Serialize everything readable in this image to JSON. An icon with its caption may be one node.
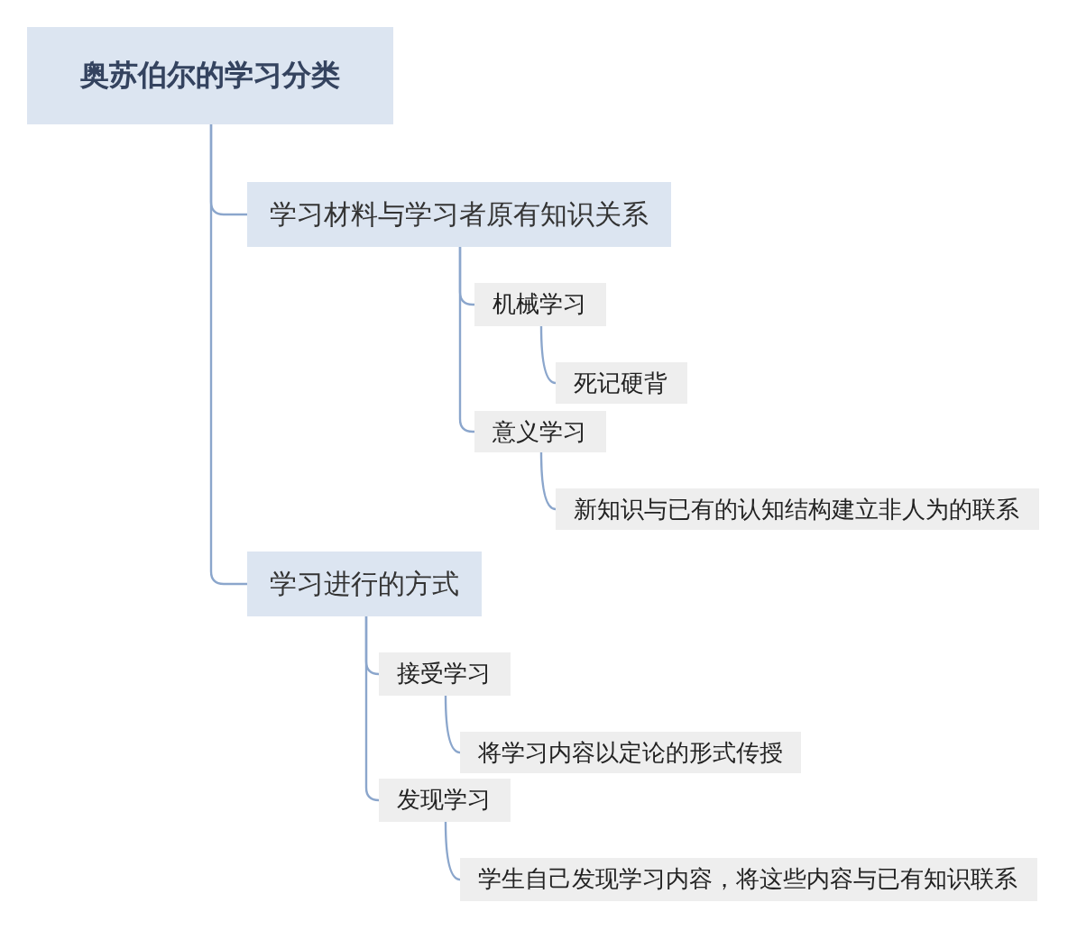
{
  "diagram": {
    "nodes": [
      {
        "text": [
          "奥苏伯尔的学习分类"
        ]
      },
      {
        "text": [
          "学习材料与学习者原有知识关系"
        ]
      },
      {
        "text": [
          "机械学习"
        ]
      },
      {
        "text": [
          "死记硬背"
        ]
      },
      {
        "text": [
          "意义学习"
        ]
      },
      {
        "text": [
          "新知识与已有的认知结构建立非人为的联系"
        ]
      },
      {
        "text": [
          "学习进行的方式"
        ]
      },
      {
        "text": [
          "接受学习"
        ]
      },
      {
        "text": [
          "将学习内容以定论的形式传授"
        ]
      },
      {
        "text": [
          "发现学习"
        ]
      },
      {
        "text": [
          "学生自己发现学习内容，将这些内容与已有知识联系"
        ]
      }
    ],
    "edges": [
      {
        "from": 0,
        "to": 1,
        "arrow": "none"
      },
      {
        "from": 0,
        "to": 6,
        "arrow": "none"
      },
      {
        "from": 1,
        "to": 2,
        "arrow": "none"
      },
      {
        "from": 1,
        "to": 4,
        "arrow": "none"
      },
      {
        "from": 2,
        "to": 3,
        "arrow": "none"
      },
      {
        "from": 4,
        "to": 5,
        "arrow": "none"
      },
      {
        "from": 6,
        "to": 7,
        "arrow": "none"
      },
      {
        "from": 6,
        "to": 9,
        "arrow": "none"
      },
      {
        "from": 7,
        "to": 8,
        "arrow": "none"
      },
      {
        "from": 9,
        "to": 10,
        "arrow": "none"
      }
    ]
  }
}
